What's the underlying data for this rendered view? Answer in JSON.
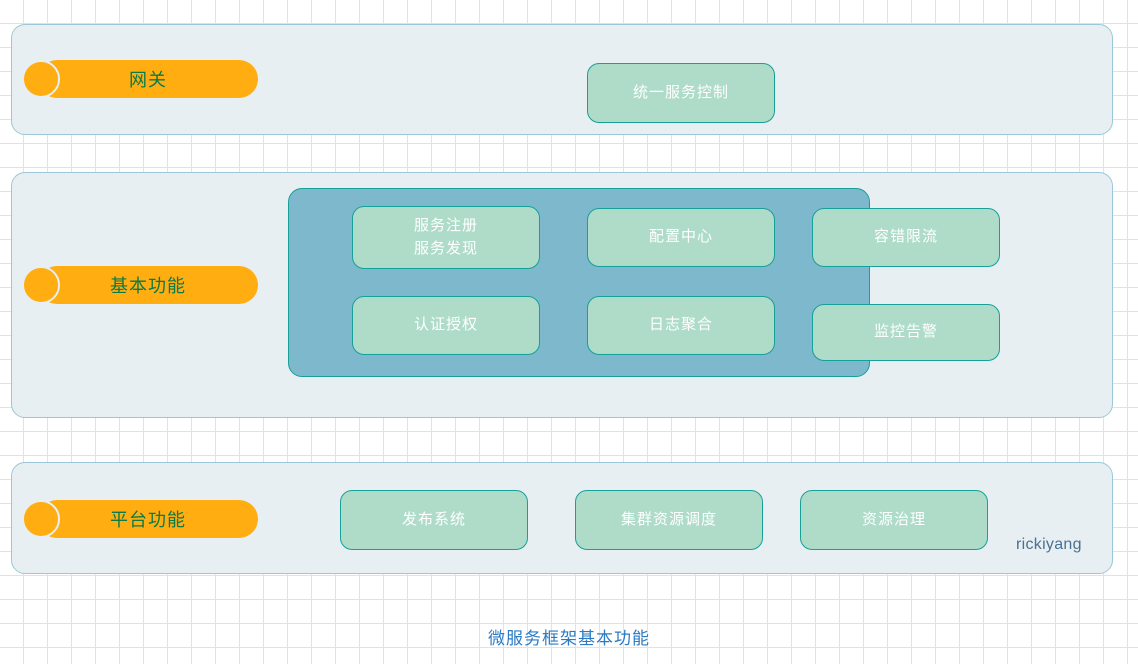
{
  "diagram": {
    "caption": "微服务框架基本功能",
    "watermark": "rickiyang",
    "colors": {
      "panel_fill": "#e8eff2",
      "panel_border": "#9cc7d8",
      "tag_orange": "#ffad10",
      "tag_text_green": "#0b7a45",
      "inner_container_fill": "#7db8cc",
      "box_fill": "#aedcc8",
      "box_border": "#16a098",
      "box_text": "#ffffff",
      "caption_blue": "#2b7bc4",
      "watermark_blue": "#4a7192",
      "grid_line": "#e2e2e2"
    },
    "sections": [
      {
        "id": "gateway",
        "tag_label": "网关",
        "boxes": [
          {
            "id": "unified",
            "label": "统一服务控制"
          }
        ]
      },
      {
        "id": "basic",
        "tag_label": "基本功能",
        "boxes": [
          {
            "id": "registry",
            "label_line1": "服务注册",
            "label_line2": "服务发现"
          },
          {
            "id": "config",
            "label": "配置中心"
          },
          {
            "id": "fault",
            "label": "容错限流"
          },
          {
            "id": "auth",
            "label": "认证授权"
          },
          {
            "id": "log",
            "label": "日志聚合"
          },
          {
            "id": "monitor",
            "label": "监控告警"
          }
        ]
      },
      {
        "id": "platform",
        "tag_label": "平台功能",
        "boxes": [
          {
            "id": "release",
            "label": "发布系统"
          },
          {
            "id": "schedule",
            "label": "集群资源调度"
          },
          {
            "id": "governance",
            "label": "资源治理"
          }
        ]
      }
    ]
  }
}
